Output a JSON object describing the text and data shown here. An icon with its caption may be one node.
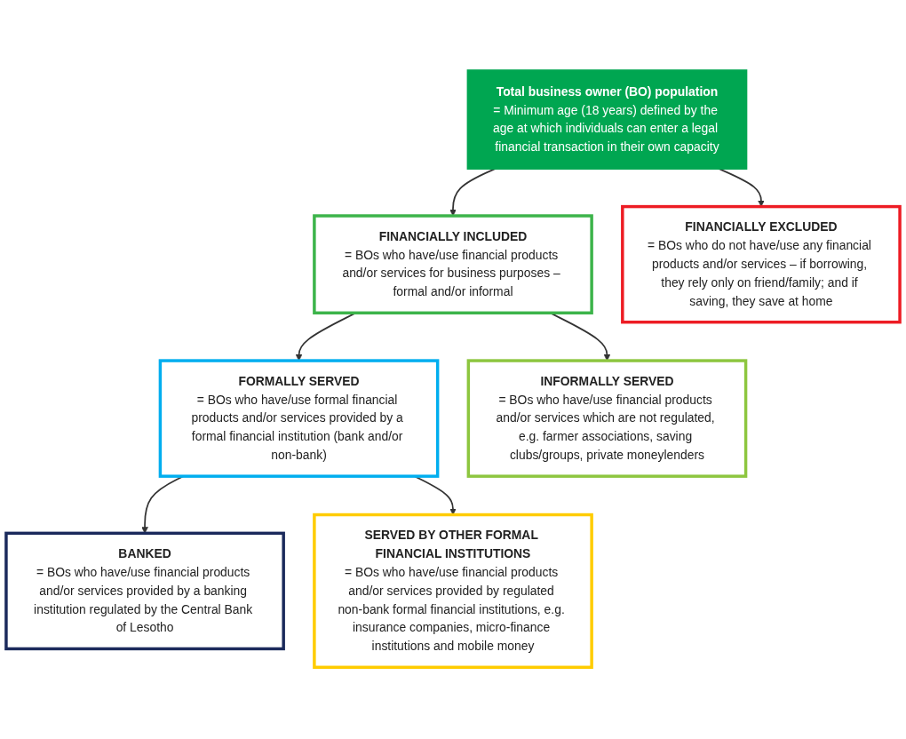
{
  "diagram": {
    "nodes": [
      {
        "text": [
          "Total business owner (BO) population",
          "= Minimum age (18 years) defined by the age at which individuals can enter a legal financial transaction in their own capacity"
        ]
      },
      {
        "text": [
          "FINANCIALLY INCLUDED",
          "= BOs who have/use financial products and/or services for business purposes – formal and/or informal"
        ]
      },
      {
        "text": [
          "FINANCIALLY EXCLUDED",
          "= BOs who do not have/use any financial products and/or services – if borrowing, they rely only on friend/family; and if saving, they save at home"
        ]
      },
      {
        "text": [
          "FORMALLY SERVED",
          "= BOs who have/use formal financial products and/or services provided by a formal financial institution (bank and/or non-bank)"
        ]
      },
      {
        "text": [
          "INFORMALLY SERVED",
          "= BOs who have/use financial products and/or services which are not regulated, e.g. farmer associations, saving clubs/groups, private moneylenders"
        ]
      },
      {
        "text": [
          "BANKED",
          "= BOs who have/use financial products and/or services provided by a banking institution regulated by the Central Bank of Lesotho"
        ]
      },
      {
        "text": [
          "SERVED BY OTHER FORMAL FINANCIAL INSTITUTIONS",
          "= BOs who have/use financial products and/or services provided by regulated non-bank formal financial institutions, e.g. insurance companies, micro-finance institutions and mobile money"
        ]
      }
    ],
    "edges": [
      {
        "from": 0,
        "to": 1,
        "arrow": "to"
      },
      {
        "from": 0,
        "to": 2,
        "arrow": "to"
      },
      {
        "from": 1,
        "to": 3,
        "arrow": "to"
      },
      {
        "from": 1,
        "to": 4,
        "arrow": "to"
      },
      {
        "from": 3,
        "to": 5,
        "arrow": "to"
      },
      {
        "from": 3,
        "to": 6,
        "arrow": "to"
      }
    ]
  }
}
